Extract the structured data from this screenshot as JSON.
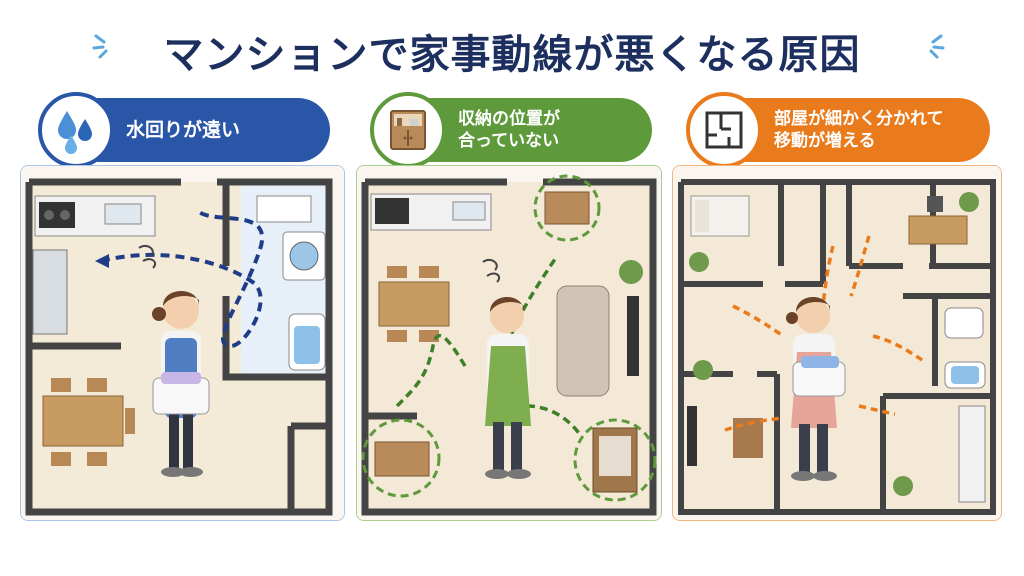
{
  "title": "マンションで家事動線が悪くなる原因",
  "sections": [
    {
      "label_lines": [
        "水回りが遠い"
      ],
      "icon": "water-drops-icon",
      "color": "#2a56a8"
    },
    {
      "label_lines": [
        "収納の位置が",
        "合っていない"
      ],
      "icon": "cabinet-icon",
      "color": "#5e9a3c"
    },
    {
      "label_lines": [
        "部屋が細かく分かれて",
        "移動が増える"
      ],
      "icon": "floor-plan-icon",
      "color": "#ea7b1c"
    }
  ]
}
